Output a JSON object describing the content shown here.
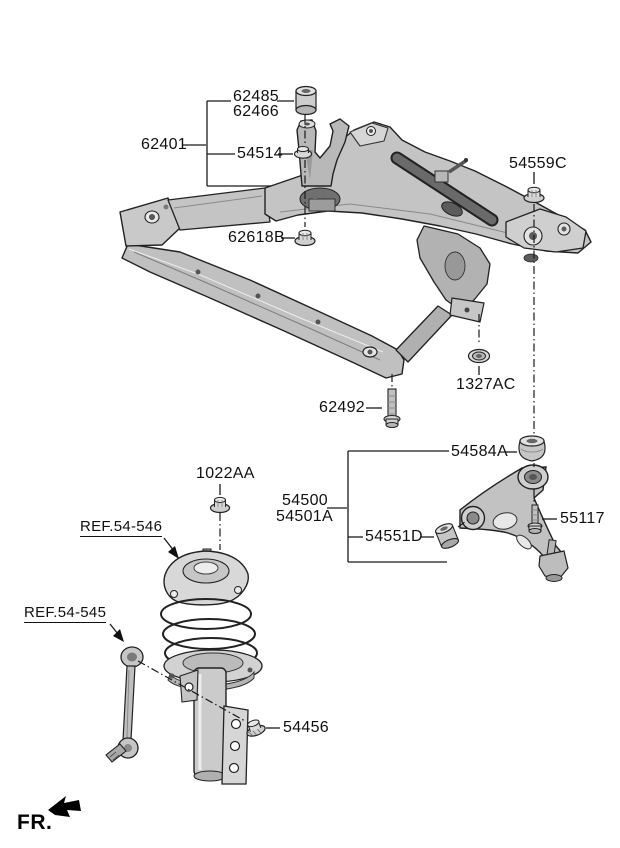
{
  "figure": {
    "type": "suspension-parts-diagram",
    "background": "#ffffff",
    "ink": "#1a1a1a",
    "metal_light": "#d9d9d9",
    "metal_mid": "#c0c0c0",
    "metal_dark": "#8f8f8f",
    "orientation_label": "FR."
  },
  "labels": {
    "n62485": "62485",
    "n62466": "62466",
    "n62401": "62401",
    "n54514": "54514",
    "n54559c": "54559C",
    "n62618b": "62618B",
    "n1327ac": "1327AC",
    "n62492": "62492",
    "n54584a": "54584A",
    "n1022aa": "1022AA",
    "n54500": "54500",
    "n54501a": "54501A",
    "ref546": "REF.54-546",
    "ref545": "REF.54-545",
    "n54551d": "54551D",
    "n55117": "55117",
    "n54456": "54456",
    "fr": "FR."
  }
}
